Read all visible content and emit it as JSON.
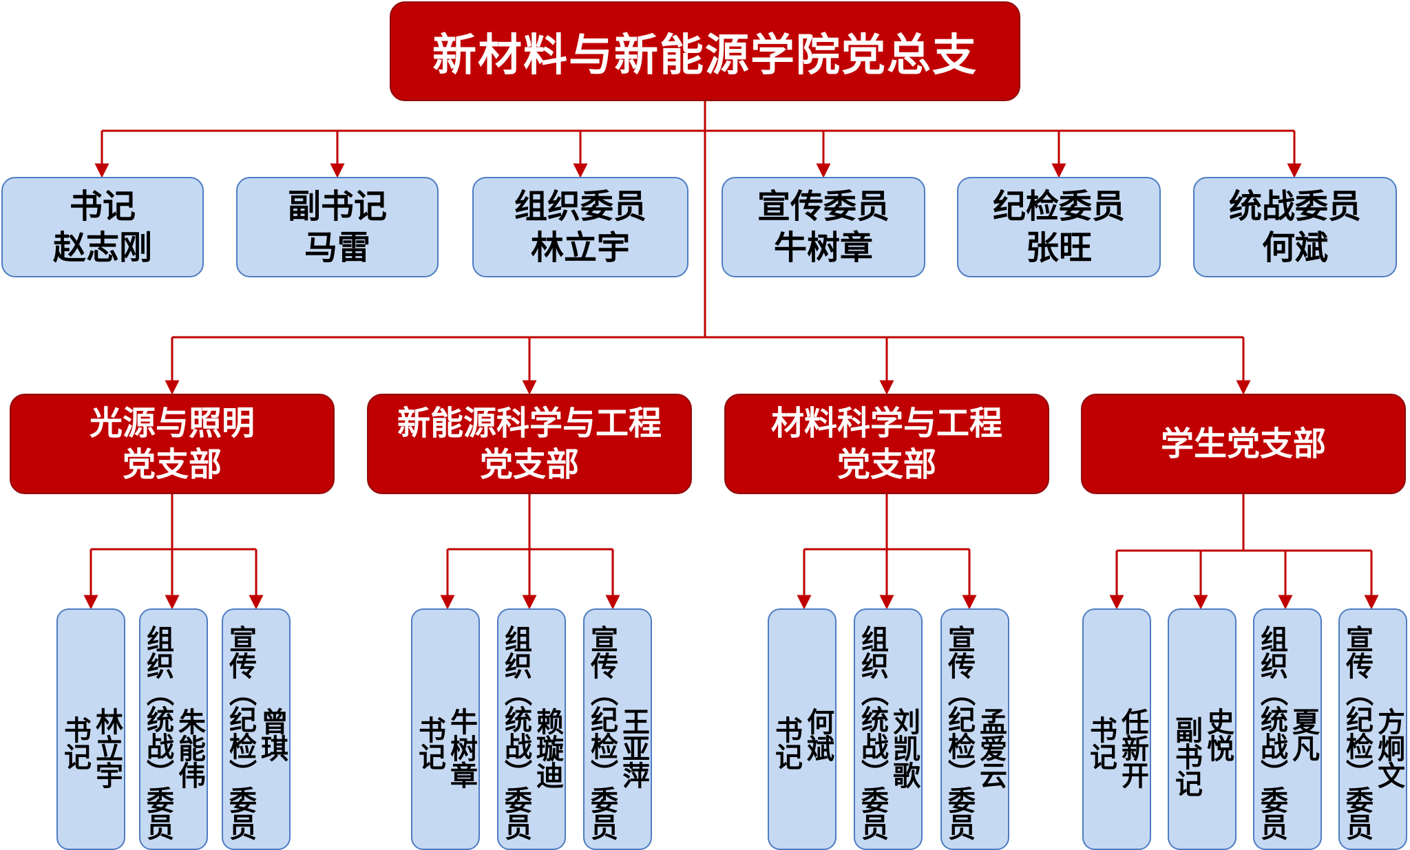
{
  "root": {
    "label": "新材料与新能源学院党总支"
  },
  "committee": [
    {
      "title": "书记",
      "name": "赵志刚"
    },
    {
      "title": "副书记",
      "name": "马雷"
    },
    {
      "title": "组织委员",
      "name": "林立宇"
    },
    {
      "title": "宣传委员",
      "name": "牛树章"
    },
    {
      "title": "纪检委员",
      "name": "张旺"
    },
    {
      "title": "统战委员",
      "name": "何斌"
    }
  ],
  "branches": [
    {
      "line1": "光源与照明",
      "line2": "党支部",
      "members": [
        {
          "title": "书记",
          "name": "林立宇"
        },
        {
          "title": "组织（统战）委员",
          "name": "朱能伟"
        },
        {
          "title": "宣传（纪检）委员",
          "name": "曾琪"
        }
      ]
    },
    {
      "line1": "新能源科学与工程",
      "line2": "党支部",
      "members": [
        {
          "title": "书记",
          "name": "牛树章"
        },
        {
          "title": "组织（统战）委员",
          "name": "赖璇迪"
        },
        {
          "title": "宣传（纪检）委员",
          "name": "王亚萍"
        }
      ]
    },
    {
      "line1": "材料科学与工程",
      "line2": "党支部",
      "members": [
        {
          "title": "书记",
          "name": "何斌"
        },
        {
          "title": "组织（统战）委员",
          "name": "刘凯歌"
        },
        {
          "title": "宣传（纪检）委员",
          "name": "孟爱云"
        }
      ]
    },
    {
      "line1": "学生党支部",
      "line2": "",
      "members": [
        {
          "title": "书记",
          "name": "任新开"
        },
        {
          "title": "副书记",
          "name": "史悦"
        },
        {
          "title": "组织（统战）委员",
          "name": "夏凡"
        },
        {
          "title": "宣传（纪检）委员",
          "name": "方炯文"
        }
      ]
    }
  ],
  "colors": {
    "red": "#c00000",
    "blue": "#c6d9f3",
    "blue_border": "#4d7cc2",
    "line": "#c00000"
  }
}
